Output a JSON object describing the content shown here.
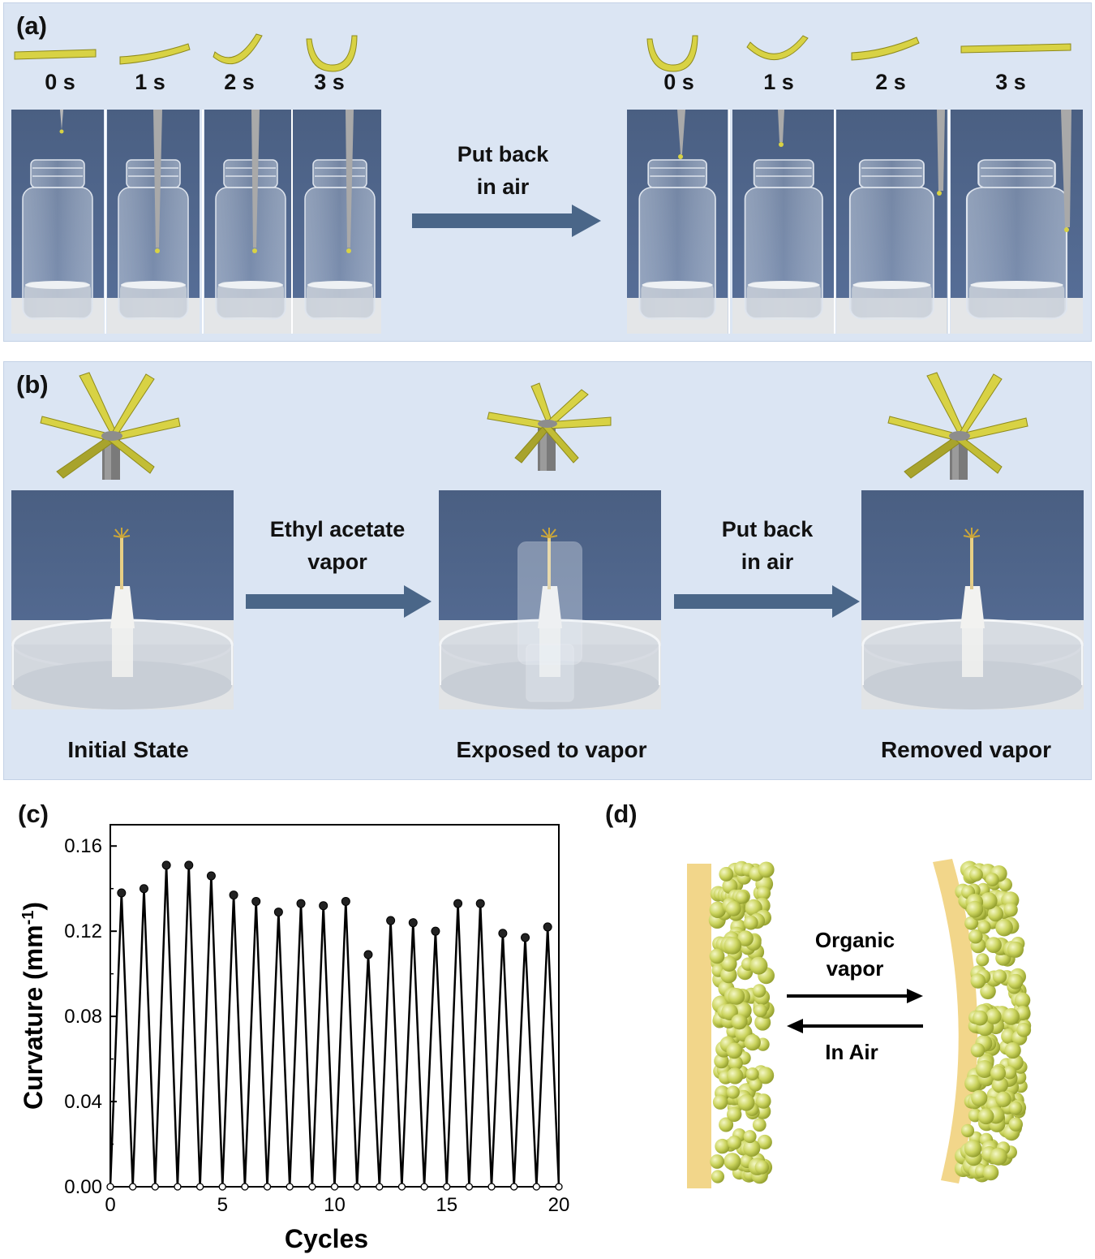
{
  "colors": {
    "panel_bg": "#dbe5f3",
    "arrow": "#4a6688",
    "strip": "#d8d244",
    "strip_dark": "#8e8a1c",
    "photo_wall": "#4c6285",
    "film": "#f2d68a",
    "particle": "#c9d262"
  },
  "panel_a": {
    "label": "(a)",
    "times_left": [
      "0 s",
      "1 s",
      "2 s",
      "3 s"
    ],
    "times_right": [
      "0 s",
      "1 s",
      "2 s",
      "3 s"
    ],
    "arrow_text": [
      "Put back",
      "in air"
    ]
  },
  "panel_b": {
    "label": "(b)",
    "arrow1_text": [
      "Ethyl acetate",
      "vapor"
    ],
    "arrow2_text": [
      "Put back",
      "in air"
    ],
    "captions": [
      "Initial State",
      "Exposed to vapor",
      "Removed vapor"
    ]
  },
  "panel_c": {
    "label": "(c)"
  },
  "panel_d": {
    "label": "(d)",
    "forward_text": [
      "Organic",
      "vapor"
    ],
    "reverse_text": "In Air"
  },
  "chart_data": {
    "type": "line",
    "xlabel": "Cycles",
    "ylabel": "Curvature (mm",
    "ylabel_sup": "-1",
    "ylabel_end": ")",
    "xlim": [
      0,
      20
    ],
    "ylim": [
      0,
      0.17
    ],
    "xticks": [
      0,
      5,
      10,
      15,
      20
    ],
    "yticks": [
      0.0,
      0.04,
      0.08,
      0.12,
      0.16
    ],
    "ytick_labels": [
      "0.00",
      "0.04",
      "0.08",
      "0.12",
      "0.16"
    ],
    "series": [
      {
        "peak_x": [
          0.5,
          1.5,
          2.5,
          3.5,
          4.5,
          5.5,
          6.5,
          7.5,
          8.5,
          9.5,
          10.5,
          11.5,
          12.5,
          13.5,
          14.5,
          15.5,
          16.5,
          17.5,
          18.5,
          19.5
        ],
        "peak_y": [
          0.138,
          0.14,
          0.151,
          0.151,
          0.146,
          0.137,
          0.134,
          0.129,
          0.133,
          0.132,
          0.134,
          0.109,
          0.125,
          0.124,
          0.12,
          0.133,
          0.133,
          0.119,
          0.117,
          0.122
        ],
        "valley_x": [
          0,
          1,
          2,
          3,
          4,
          5,
          6,
          7,
          8,
          9,
          10,
          11,
          12,
          13,
          14,
          15,
          16,
          17,
          18,
          19,
          20
        ],
        "valley_y": [
          0,
          0,
          0,
          0,
          0,
          0,
          0,
          0,
          0,
          0,
          0,
          0,
          0,
          0,
          0,
          0,
          0,
          0,
          0,
          0,
          0
        ]
      }
    ],
    "grid": false
  }
}
